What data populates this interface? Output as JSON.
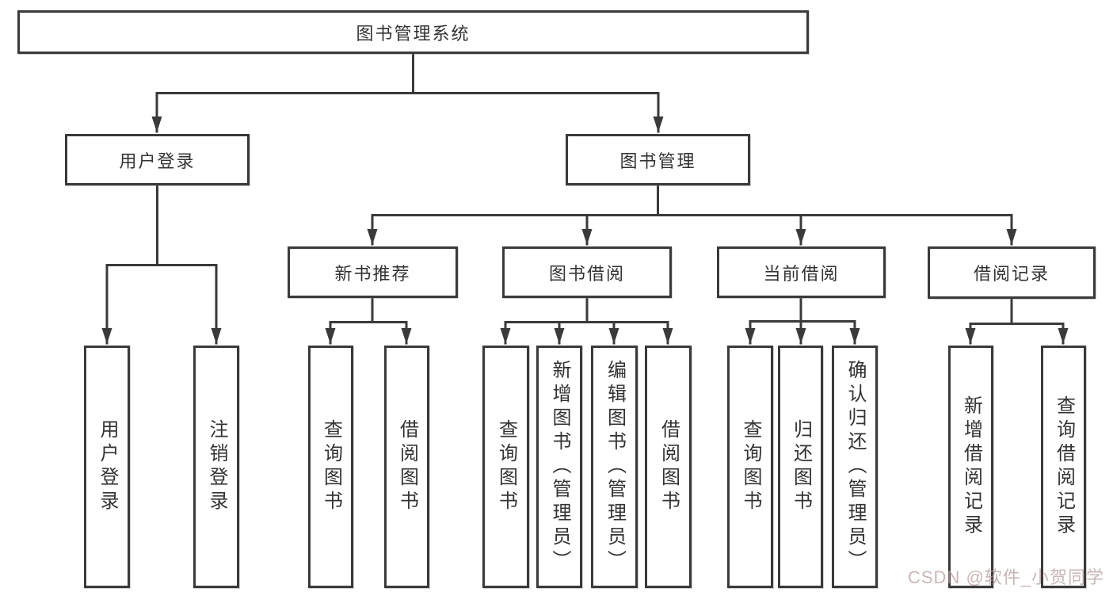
{
  "diagram": {
    "root": {
      "label": "图书管理系统"
    },
    "branches": [
      {
        "label": "用户登录",
        "leaves": [
          "用户登录",
          "注销登录"
        ]
      },
      {
        "label": "图书管理",
        "groups": [
          {
            "label": "新书推荐",
            "leaves": [
              "查询图书",
              "借阅图书"
            ]
          },
          {
            "label": "图书借阅",
            "leaves": [
              "查询图书",
              "新增图书（管理员）",
              "编辑图书（管理员）",
              "借阅图书"
            ]
          },
          {
            "label": "当前借阅",
            "leaves": [
              "查询图书",
              "归还图书",
              "确认归还（管理员）"
            ]
          },
          {
            "label": "借阅记录",
            "leaves": [
              "新增借阅记录",
              "查询借阅记录"
            ]
          }
        ]
      }
    ]
  },
  "watermark": {
    "text": "CSDN @软件_小贺同学"
  },
  "colors": {
    "line": "#3a3a3a",
    "text": "#333333",
    "background": "#ffffff",
    "watermark": "#ba9e9e"
  }
}
